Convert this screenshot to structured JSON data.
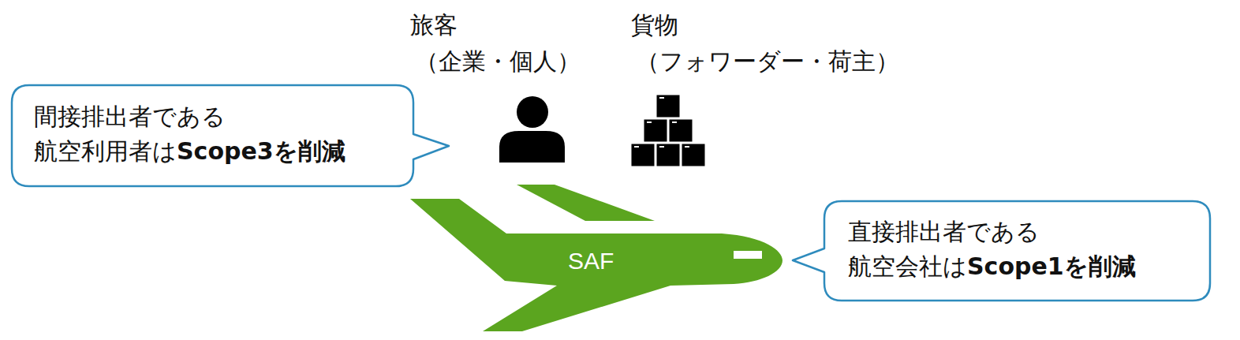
{
  "diagram": {
    "nodes": [
      {
        "text": [
          "間接排出者である 航空利用者は",
          "Scope3を削減"
        ]
      },
      {
        "text": [
          "SAF"
        ]
      },
      {
        "text": [
          "直接排出者である 航空会社は",
          "Scope1を削減"
        ]
      }
    ],
    "labels": [
      "旅客",
      "（企業・個人）",
      "貨物",
      "（フォワーダー・荷主）"
    ]
  }
}
